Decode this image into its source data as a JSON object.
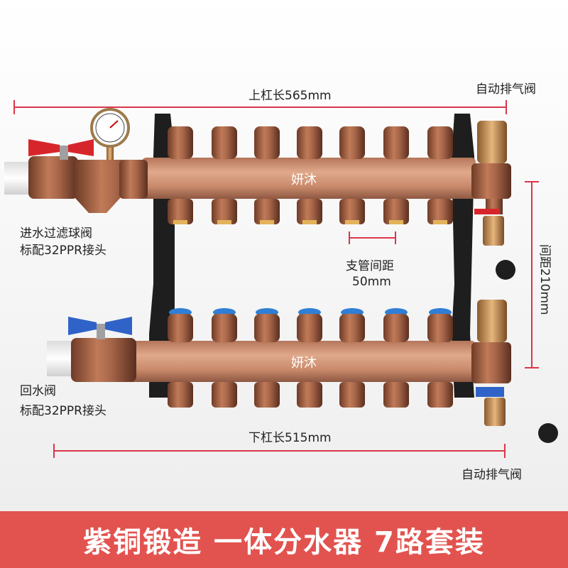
{
  "dims": {
    "top_bar": "上杠长565mm",
    "bottom_bar": "下杠长515mm",
    "spacing": "间距210mm",
    "branch_title": "支管间距",
    "branch_value": "50mm"
  },
  "callouts": {
    "air_valve_top": "自动排气阀",
    "air_valve_bottom": "自动排气阀",
    "inlet_line1": "进水过滤球阀",
    "inlet_line2": "标配32PPR接头",
    "return_line1": "回水阀",
    "return_line2": "标配32PPR接头"
  },
  "brand": {
    "top": "妍沐",
    "bottom": "妍沐"
  },
  "banner": {
    "text": "紫铜锻造 一体分水器 7路套装"
  },
  "colors": {
    "dimension": "#d9364a",
    "banner": "#e2534f",
    "copper": "#c98a6b",
    "bracket": "#1e1e1e",
    "valve_red": "#d7262b",
    "valve_blue": "#2f63c8",
    "cap_blue": "#2f7fd6"
  },
  "icons": {
    "gauge": "pressure-gauge-icon"
  }
}
